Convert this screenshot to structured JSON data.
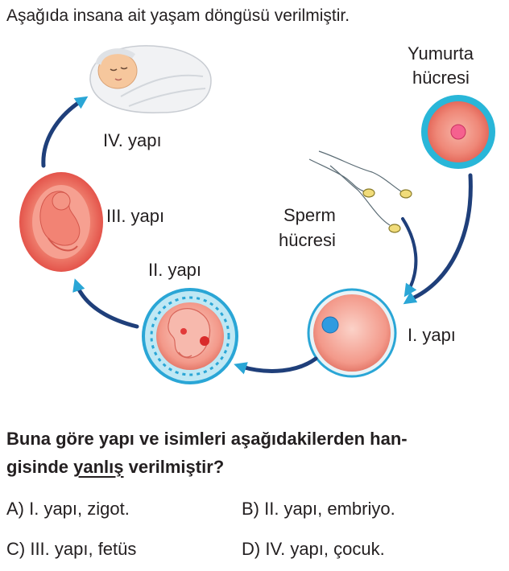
{
  "intro": "Aşağıda insana ait yaşam döngüsü verilmiştir.",
  "labels": {
    "egg_line1": "Yumurta",
    "egg_line2": "hücresi",
    "sperm_line1": "Sperm",
    "sperm_line2": "hücresi",
    "i": "I. yapı",
    "ii": "II. yapı",
    "iii": "III. yapı",
    "iv": "IV. yapı"
  },
  "question": {
    "part1": "Buna göre yapı ve isimleri aşağıdakilerden han-",
    "part2": "gisinde ",
    "underlined": "yanlış",
    "part3": " verilmiştir?"
  },
  "options": {
    "a": "A) I. yapı, zigot.",
    "b": "B) II. yapı, embriyo.",
    "c": "C) III. yapı, fetüs",
    "d": "D) IV. yapı, çocuk."
  },
  "colors": {
    "arrow": "#1f3f7a",
    "egg_outer": "#29b6d8",
    "egg_inner": "#f08c7d",
    "zygote": "#f39a8a",
    "womb": "#e85a5a",
    "text": "#231f20"
  }
}
